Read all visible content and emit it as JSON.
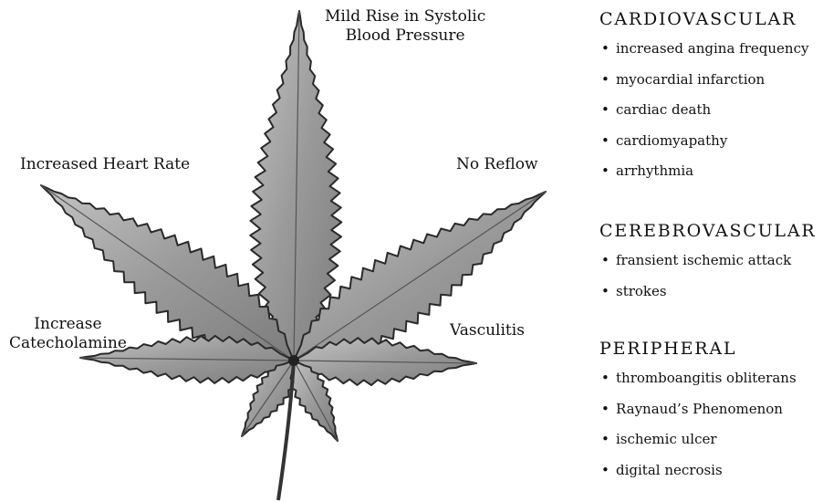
{
  "leaf_labels": {
    "top": [
      "Mild Rise in Systolic",
      "Blood Pressure"
    ],
    "upper_left": "Increased Heart Rate",
    "upper_right": "No Reflow",
    "lower_left": [
      "Increase",
      "Catecholamine"
    ],
    "lower_right": "Vasculitis"
  },
  "categories": [
    {
      "title": "CARDIOVASCULAR",
      "items": [
        "increased angina frequency",
        "myocardial infarction",
        "cardiac death",
        "cardiomyapathy",
        "arrhythmia"
      ]
    },
    {
      "title": "CEREBROVASCULAR",
      "items": [
        "fransient ischemic attack",
        "strokes"
      ]
    },
    {
      "title": "PERIPHERAL",
      "items": [
        "thromboangitis obliterans",
        "Raynaud’s Phenomenon",
        "ischemic ulcer",
        "digital necrosis"
      ]
    }
  ],
  "colors": {
    "leaf_fill": "#9a9a9a",
    "leaf_edge": "#2a2a2a",
    "text": "#111111"
  }
}
